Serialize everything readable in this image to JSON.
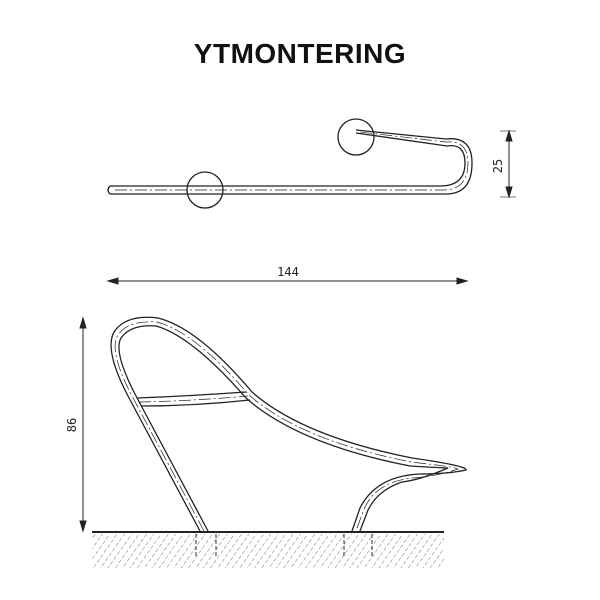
{
  "title": "YTMONTERING",
  "dimensions": {
    "height_top_view": "25",
    "width": "144",
    "height_side_view": "86"
  },
  "colors": {
    "line": "#222222",
    "background": "#ffffff"
  }
}
